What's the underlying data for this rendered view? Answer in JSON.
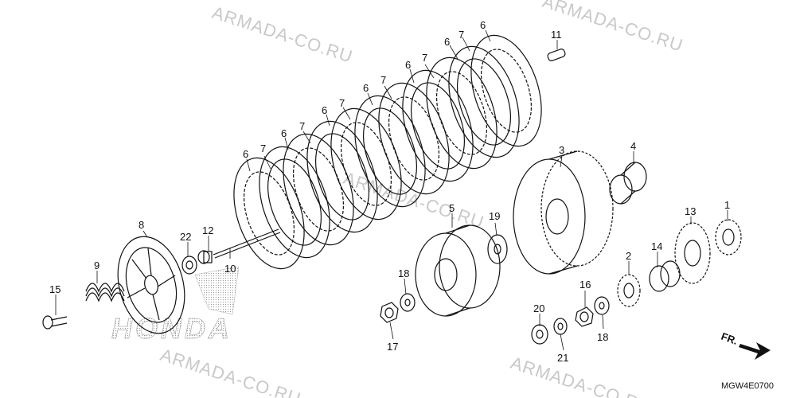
{
  "watermark": "ARMADA-CO.RU",
  "brand_logo_text": "HONDA",
  "direction_label": "FR.",
  "diagram_code": "MGW4E0700",
  "callouts": [
    "1",
    "2",
    "3",
    "4",
    "5",
    "6",
    "7",
    "8",
    "9",
    "10",
    "11",
    "12",
    "13",
    "14",
    "15",
    "16",
    "17",
    "18",
    "19",
    "20",
    "21",
    "22"
  ]
}
